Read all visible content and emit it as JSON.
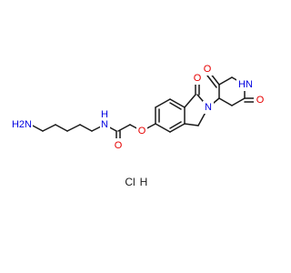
{
  "colors": {
    "bond": "#1a1a1a",
    "oxygen": "#e60000",
    "nitrogen": "#0000e0",
    "carbon": "#1a1a1a"
  },
  "atoms": {
    "h2n": "H2N",
    "amide_nh": "N",
    "amide_h": "H",
    "amide_o": "O",
    "ether_o": "O",
    "lactam_o": "O",
    "lactam_n": "N",
    "imide_nh": "HN",
    "imide_o_top": "O",
    "imide_o_right": "O"
  },
  "salt": {
    "chlorine": "Cl",
    "hydrogen": "H"
  }
}
